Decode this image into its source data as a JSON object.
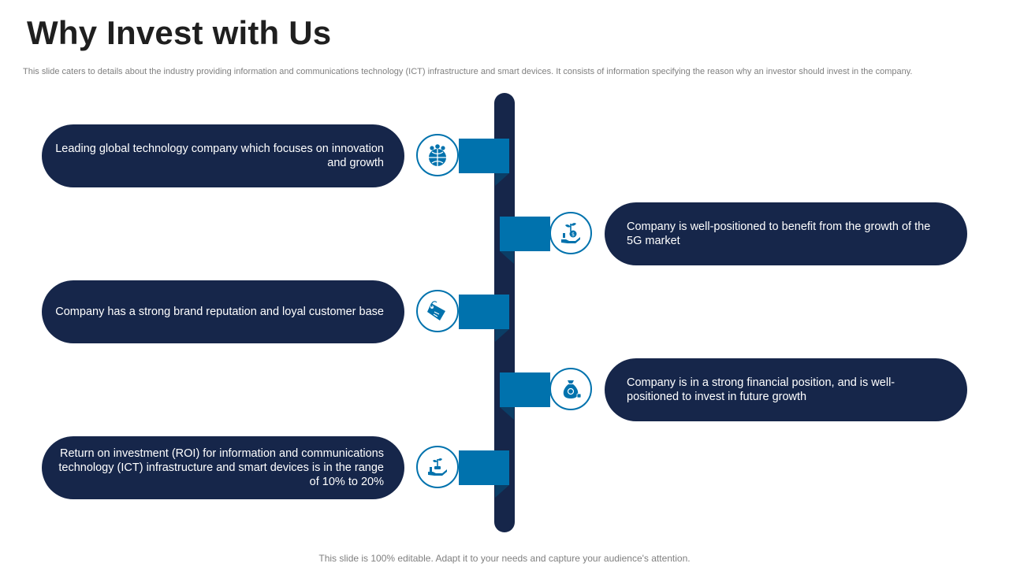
{
  "slide": {
    "title": "Why Invest with Us",
    "subtitle": "This slide caters to details about the industry providing information and communications technology (ICT) infrastructure and smart devices. It consists of information specifying the reason why an investor should invest in the company.",
    "footer": "This slide is 100% editable. Adapt it to your needs and capture your audience's attention."
  },
  "colors": {
    "navy": "#16264a",
    "accent_blue": "#0072ad",
    "fold_blue": "#0b3e66",
    "text_gray": "#7f7f7f"
  },
  "points": [
    {
      "text": "Leading global technology company which focuses on innovation and growth",
      "icon": "globe-people-icon"
    },
    {
      "text": "Company is well-positioned to benefit from the growth of the 5G market",
      "icon": "plant-money-hand-icon"
    },
    {
      "text": "Company has a strong brand reputation and loyal customer base",
      "icon": "tag-icon"
    },
    {
      "text": "Company is in a strong financial position, and is well-positioned to invest in future growth",
      "icon": "money-bag-icon"
    },
    {
      "text": "Return on investment (ROI) for information and communications technology (ICT) infrastructure and smart devices is in the range of 10% to 20%",
      "icon": "hand-growth-icon"
    }
  ]
}
